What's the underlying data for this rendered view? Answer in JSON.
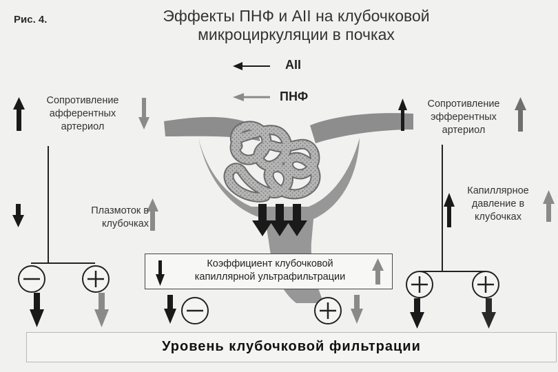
{
  "figure": {
    "label": "Рис. 4.",
    "title_line1": "Эффекты ПНФ и AII на клубочковой",
    "title_line2": "микроциркуляции в почках"
  },
  "legend": {
    "a2": "AII",
    "pnf": "ПНФ"
  },
  "labels": {
    "afferent_line1": "Сопротивление",
    "afferent_line2": "афферентных",
    "afferent_line3": "артериол",
    "efferent_line1": "Сопротивление",
    "efferent_line2": "эфферентных",
    "efferent_line3": "артериол",
    "plasma_line1": "Плазмоток в",
    "plasma_line2": "клубочках",
    "pressure_line1": "Капиллярное",
    "pressure_line2": "давление в",
    "pressure_line3": "клубочках",
    "coef_line1": "Коэффициент клубочковой",
    "coef_line2": "капиллярной ультрафильтрации",
    "gfr": "Уровень клубочковой фильтрации"
  },
  "colors": {
    "a2_arrow": "#1a1a1a",
    "pnf_arrow": "#8a8a8a",
    "vessel": "#8f8f8f",
    "capillary": "#b3b3b3"
  }
}
